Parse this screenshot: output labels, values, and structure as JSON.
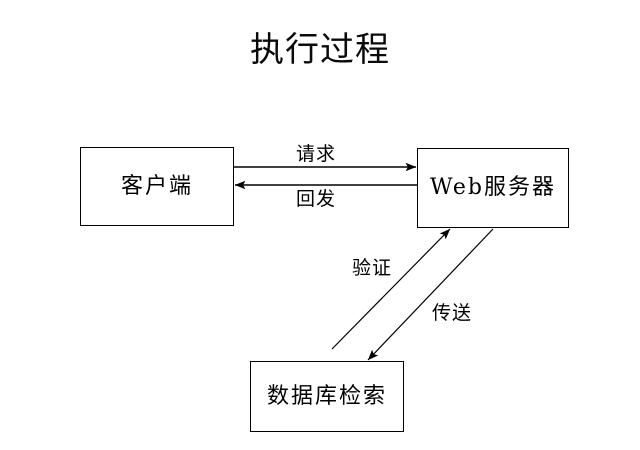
{
  "title": "执行过程",
  "nodes": {
    "client": {
      "label": "客户端"
    },
    "webserver": {
      "label": "Web服务器"
    },
    "database": {
      "label": "数据库检索"
    }
  },
  "edges": {
    "request": {
      "label": "请求"
    },
    "postback": {
      "label": "回发"
    },
    "verify": {
      "label": "验证"
    },
    "transmit": {
      "label": "传送"
    }
  },
  "colors": {
    "background": "#ffffff",
    "stroke": "#000000",
    "text": "#000000"
  }
}
